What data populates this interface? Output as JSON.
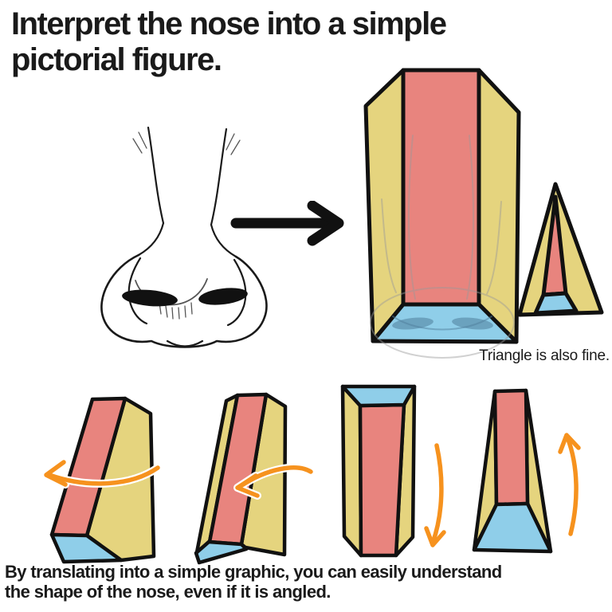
{
  "title": {
    "line1": "Interpret the nose into a simple",
    "line2": "pictorial figure."
  },
  "annotations": {
    "triangle_note": "Triangle is also fine.",
    "footer_line1": "By translating into a simple graphic, you can easily understand",
    "footer_line2": "the shape of the nose, even if it is angled."
  },
  "colors": {
    "pink": "#E8847E",
    "yellow": "#E5D47E",
    "blue": "#8FCEE9",
    "orange": "#F6921E",
    "outline": "#111111",
    "text": "#1A1A1A",
    "sketch_gray": "#9A9A9A",
    "shadow_blue": "#4F7D9B"
  },
  "icons": {
    "transform_arrow": "arrow-right-icon",
    "rotate_left": "curved-arrow-left-icon",
    "nudge_left": "curved-arrow-left-small-icon",
    "tilt_down": "curved-arrow-down-icon",
    "tilt_up": "curved-arrow-up-icon"
  }
}
